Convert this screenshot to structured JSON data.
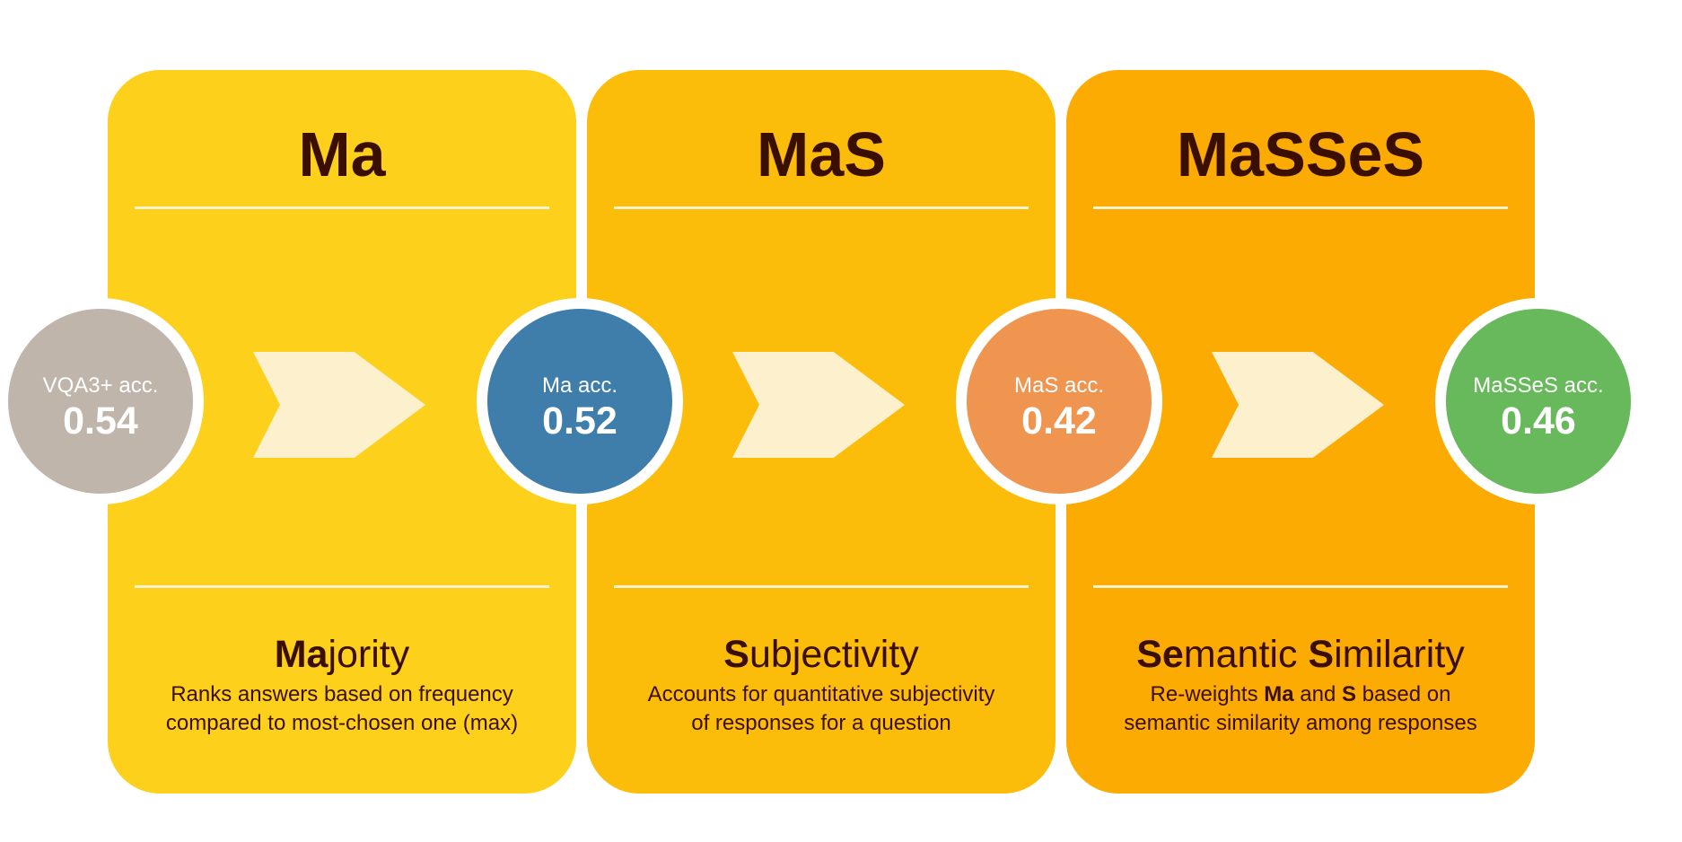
{
  "panels": [
    {
      "title": "Ma",
      "color": "#fdd01c",
      "name": [
        {
          "text": "Ma",
          "bold": true
        },
        {
          "text": "jority",
          "bold": false
        }
      ],
      "description": [
        [
          {
            "text": "Ranks answers based on frequency",
            "bold": false
          }
        ],
        [
          {
            "text": "compared to most-chosen one (max)",
            "bold": false
          }
        ]
      ]
    },
    {
      "title": "MaS",
      "color": "#fcbd0a",
      "name": [
        {
          "text": "S",
          "bold": true
        },
        {
          "text": "ubjectivity",
          "bold": false
        }
      ],
      "description": [
        [
          {
            "text": "Accounts for quantitative subjectivity",
            "bold": false
          }
        ],
        [
          {
            "text": "of responses for a question",
            "bold": false
          }
        ]
      ]
    },
    {
      "title": "MaSSeS",
      "color": "#fcab03",
      "name": [
        {
          "text": "Se",
          "bold": true
        },
        {
          "text": "mantic ",
          "bold": false
        },
        {
          "text": "S",
          "bold": true
        },
        {
          "text": "imilarity",
          "bold": false
        }
      ],
      "description": [
        [
          {
            "text": "Re-weights ",
            "bold": false
          },
          {
            "text": "Ma",
            "bold": true
          },
          {
            "text": " and ",
            "bold": false
          },
          {
            "text": "S",
            "bold": true
          },
          {
            "text": " based on",
            "bold": false
          }
        ],
        [
          {
            "text": "semantic similarity among responses",
            "bold": false
          }
        ]
      ]
    }
  ],
  "accuracies": [
    {
      "label": "VQA3+ acc.",
      "value": "0.54",
      "color": "#bfb5aa"
    },
    {
      "label": "Ma acc.",
      "value": "0.52",
      "color": "#3f7eab"
    },
    {
      "label": "MaS acc.",
      "value": "0.42",
      "color": "#f09550"
    },
    {
      "label": "MaSSeS acc.",
      "value": "0.46",
      "color": "#68b95b"
    }
  ],
  "arrow_color": "#fdf0cc",
  "rule_color": "#fff3cf"
}
